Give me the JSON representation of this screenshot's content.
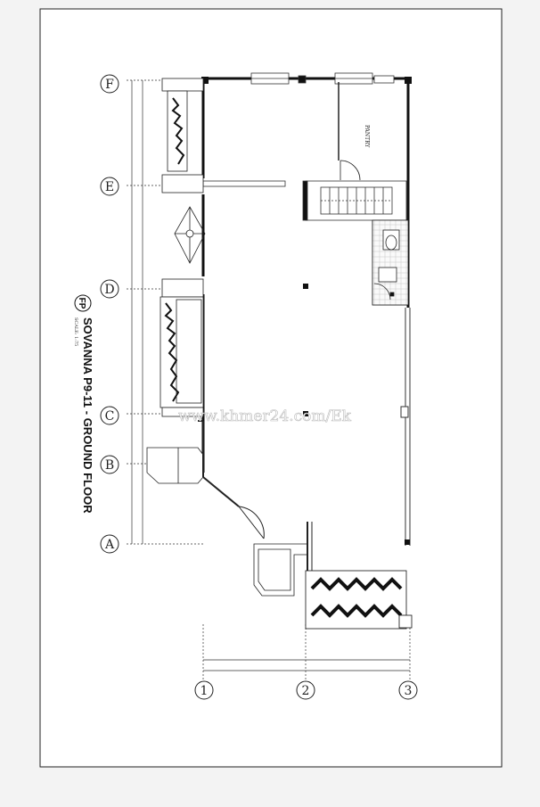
{
  "title_block": {
    "badge": "FP",
    "title": "SOVANNA P9-11 - GROUND FLOOR",
    "scale": "SCALE: 1:75"
  },
  "grid_rows": [
    "F",
    "E",
    "D",
    "C",
    "B",
    "A"
  ],
  "grid_columns": [
    "1",
    "2",
    "3"
  ],
  "room_labels": {
    "pantry": "PANTRY"
  },
  "watermark": "www.khmer24.com/Ek",
  "colors": {
    "paper": "#ffffff",
    "frame": "#f3f3f3",
    "ink": "#111111",
    "hatch": "#555555"
  }
}
